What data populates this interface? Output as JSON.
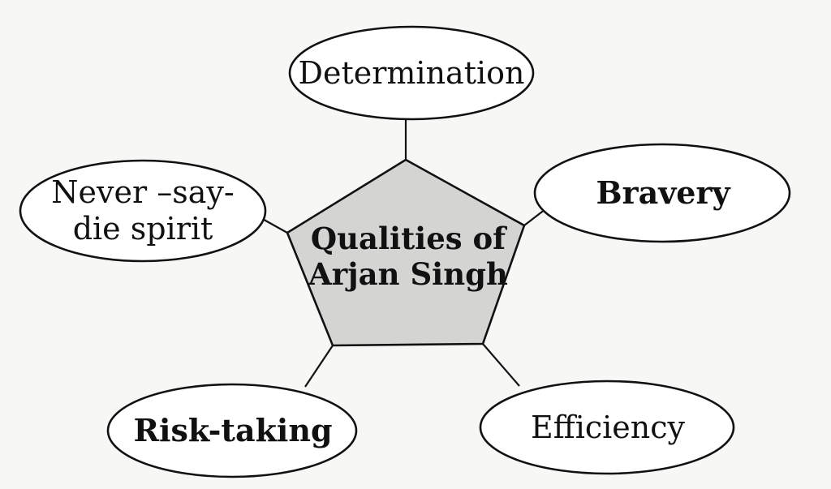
{
  "center": {
    "lines": [
      "Qualities of",
      "Arjan Singh"
    ]
  },
  "nodes": {
    "determination": {
      "lines": [
        "Determination"
      ]
    },
    "bravery": {
      "lines": [
        "Bravery"
      ]
    },
    "efficiency": {
      "lines": [
        "Efficiency"
      ]
    },
    "risk_taking": {
      "lines": [
        "Risk-taking"
      ]
    },
    "never_say_die": {
      "lines": [
        "Never –say-",
        "die spirit"
      ]
    }
  },
  "colors": {
    "center_fill": "#d4d4d2",
    "stroke": "#111111",
    "background": "#f7f7f5"
  }
}
